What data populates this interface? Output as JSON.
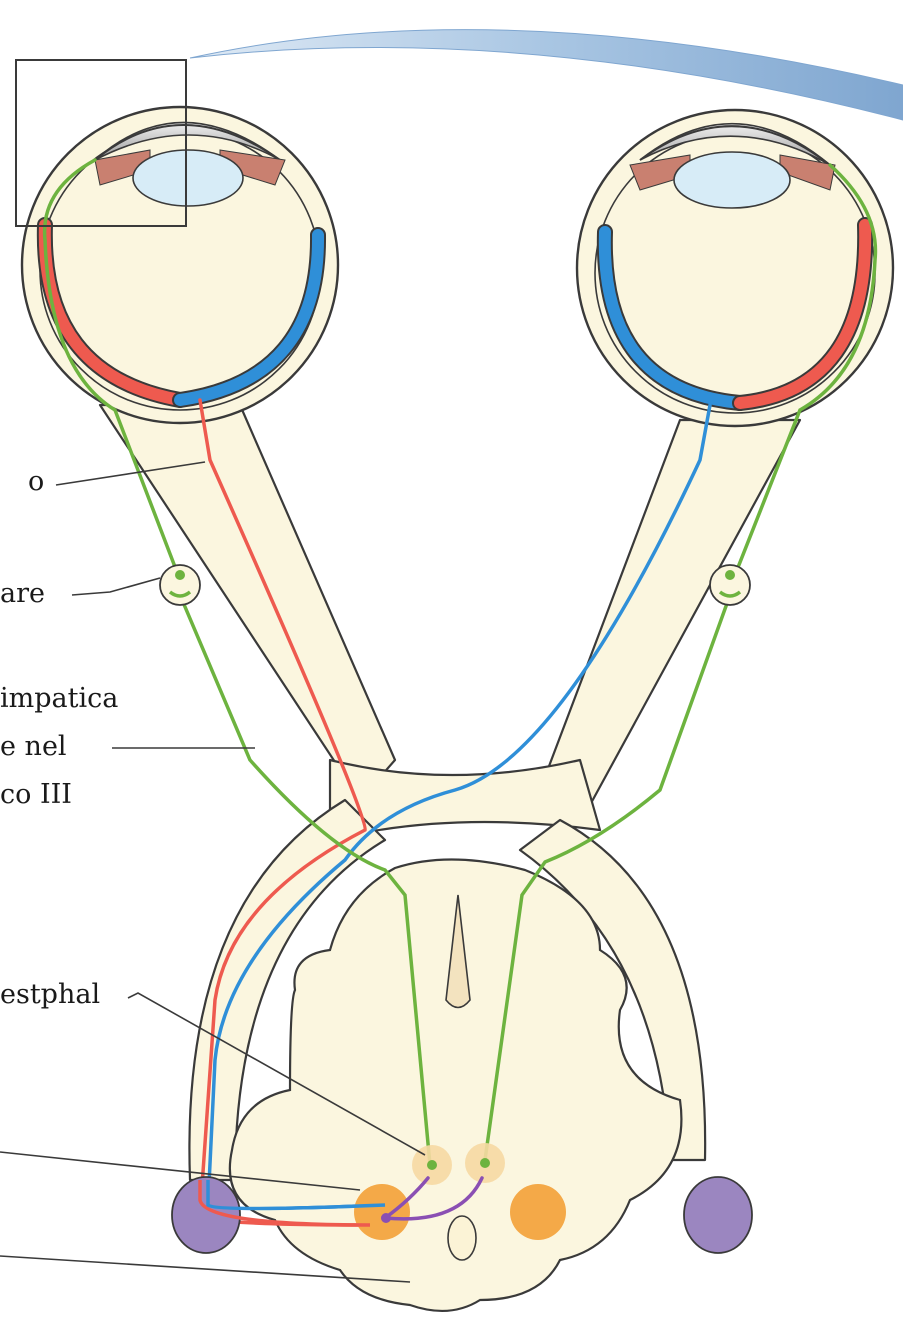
{
  "labels": {
    "nerve_fragment": "o",
    "ciliary_fragment": "are",
    "parasympathetic_line1": "impatica",
    "parasympathetic_line2": "e nel",
    "parasympathetic_line3": "co III",
    "edinger_westphal_fragment": "estphal"
  },
  "colors": {
    "background": "#ffffff",
    "skull_band": "#8fb3d6",
    "tissue": "#fbf6df",
    "outline": "#3a3a3a",
    "afferent_left": "#ee5a4f",
    "afferent_right": "#2f8fd8",
    "parasympathetic": "#6db33f",
    "interneuron": "#8a4fb3",
    "pretectal_nucleus": "#f4a948",
    "ew_nucleus": "#f6d9a3",
    "geniculate": "#9b86c0",
    "lens": "#d7ecf7",
    "cornea": "#b8b8b8",
    "iris": "#c98070"
  },
  "icons": [
    "left-eye-icon",
    "right-eye-icon",
    "frame-box-icon"
  ]
}
